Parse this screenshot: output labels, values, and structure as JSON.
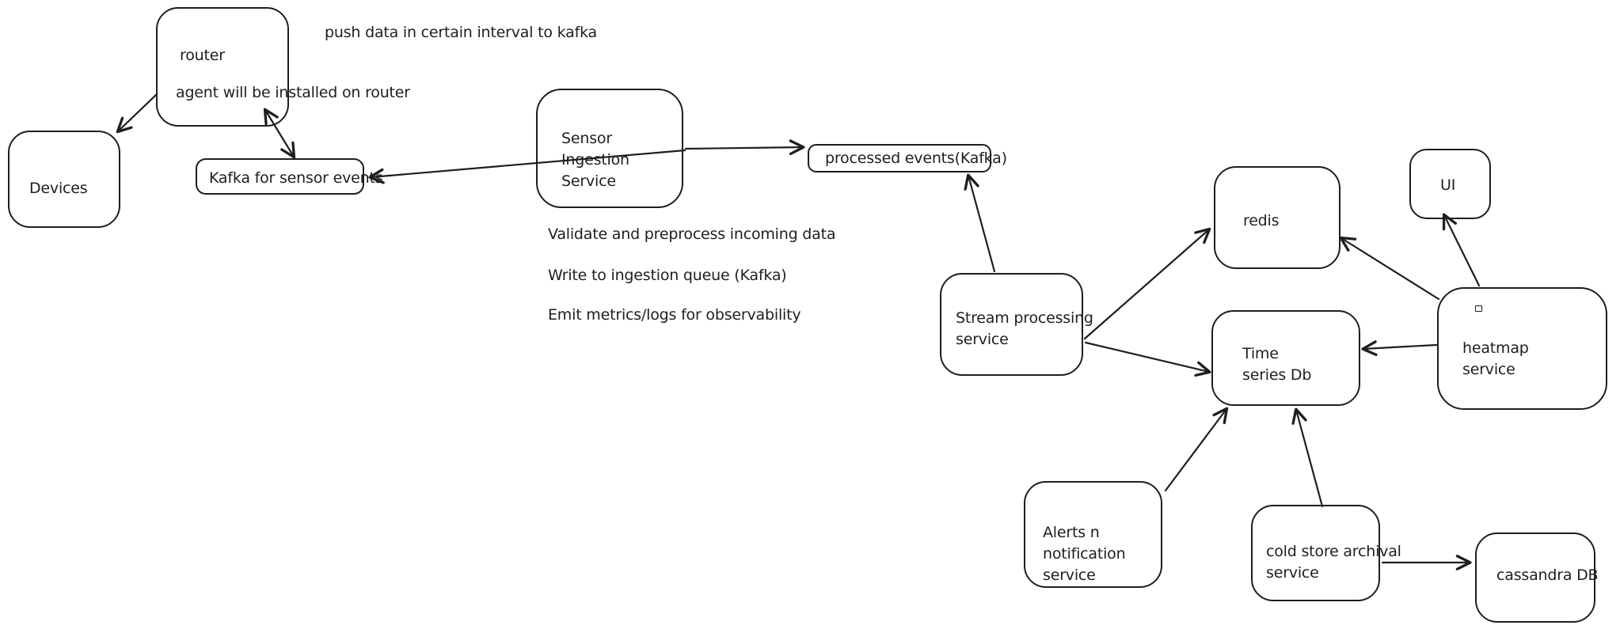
{
  "diagram": {
    "colors": {
      "stroke": "#1e1e1e",
      "background": "#ffffff"
    },
    "nodes": {
      "router": {
        "label": "router"
      },
      "devices": {
        "label": "Devices"
      },
      "kafka_sensor": {
        "label": "Kafka for sensor events"
      },
      "sensor_ingestion": {
        "label": "Sensor\nIngestion\nService"
      },
      "processed_events": {
        "label": "processed events(Kafka)"
      },
      "stream_processing": {
        "label": "Stream processing\nservice"
      },
      "redis": {
        "label": "redis"
      },
      "ui": {
        "label": "UI"
      },
      "time_series_db": {
        "label": "Time\nseries Db"
      },
      "heatmap_service": {
        "label": "heatmap\nservice"
      },
      "alerts_service": {
        "label": "Alerts n\nnotification\nservice"
      },
      "cold_store": {
        "label": "cold store archival\nservice"
      },
      "cassandra": {
        "label": "cassandra DB"
      }
    },
    "annotations": {
      "push_data": "push data in certain interval to kafka",
      "agent_installed": "agent will be installed on router",
      "validate": "Validate and preprocess incoming data",
      "write_queue": "Write to ingestion queue (Kafka)",
      "emit_metrics": "Emit metrics/logs for observability"
    }
  }
}
